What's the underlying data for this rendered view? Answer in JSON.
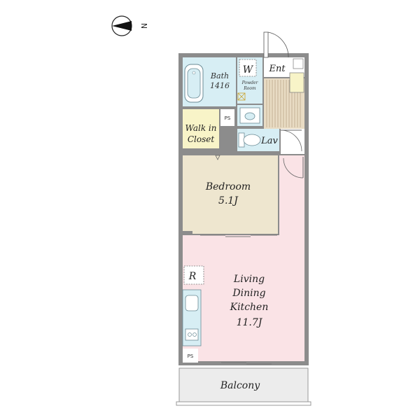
{
  "compass": {
    "north_label": "N"
  },
  "rooms": {
    "bath": {
      "name": "Bath",
      "size": "1416"
    },
    "w": {
      "label": "W"
    },
    "powder": {
      "line1": "Powder",
      "line2": "Room"
    },
    "entrance": {
      "label": "Ent"
    },
    "ps_top": {
      "label": "PS"
    },
    "walkin": {
      "line1": "Walk in",
      "line2": "Closet"
    },
    "lav": {
      "label": "Lav"
    },
    "bedroom": {
      "name": "Bedroom",
      "size": "5.1J"
    },
    "refrigerator": {
      "label": "R"
    },
    "ldk": {
      "line1": "Living",
      "line2": "Dining",
      "line3": "Kitchen",
      "size": "11.7J"
    },
    "ps_bottom": {
      "label": "PS"
    },
    "balcony": {
      "label": "Balcony"
    }
  },
  "colors": {
    "wall": "#8c8c8c",
    "bath_fill": "#d7eef4",
    "closet_fill": "#f8f4c8",
    "bedroom_fill": "#eee6cf",
    "ldk_fill": "#fae3e6",
    "entrance_fill": "#e9dcc4",
    "balcony_fill": "#ececec"
  }
}
